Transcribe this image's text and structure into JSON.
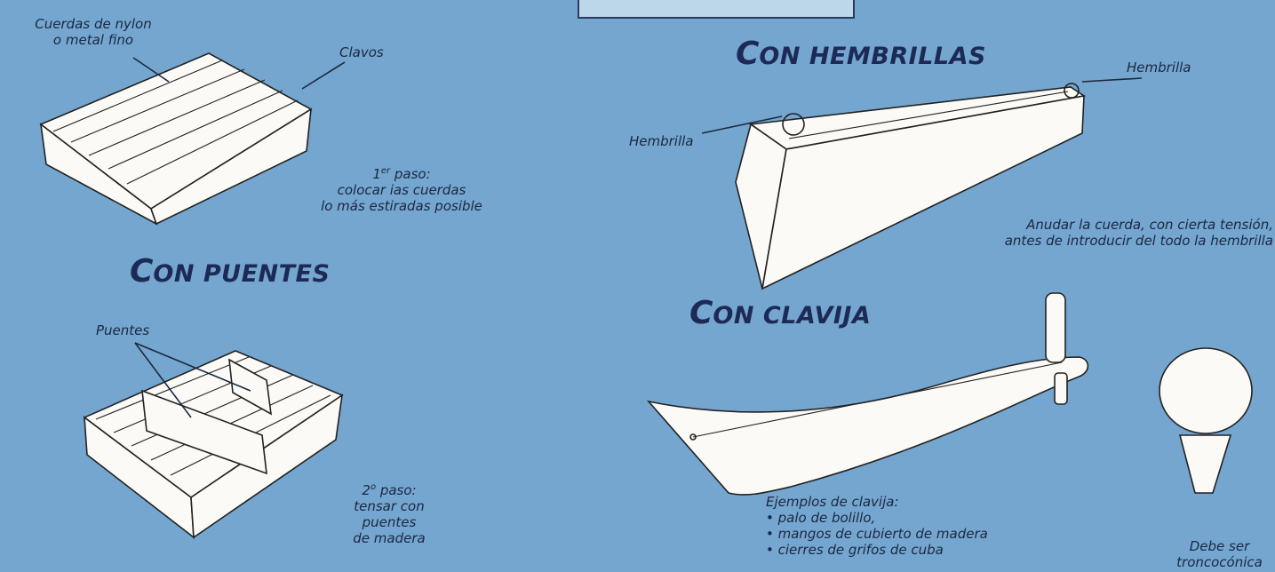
{
  "headings": {
    "hembrillas": {
      "prefix": "C",
      "rest": "ON HEMBRILLAS"
    },
    "puentes": {
      "prefix": "C",
      "rest": "ON PUENTES"
    },
    "clavija": {
      "prefix": "C",
      "rest": "ON CLAVIJA"
    }
  },
  "labels": {
    "cuerdas_line1": "Cuerdas de nylon",
    "cuerdas_line2": "o metal fino",
    "clavos": "Clavos",
    "paso1_sup": "er",
    "paso1_num": "1",
    "paso1_rest": " paso:",
    "paso1_line2": "colocar ias cuerdas",
    "paso1_line3": "lo más estiradas posible",
    "puentes": "Puentes",
    "paso2_num": "2",
    "paso2_sup": "o",
    "paso2_rest": " paso:",
    "paso2_line2": "tensar con puentes",
    "paso2_line3": "de madera",
    "hembrilla_right": "Hembrilla",
    "hembrilla_left": "Hembrilla",
    "anudar_line1": "Anudar la cuerda, con cierta tensión,",
    "anudar_line2": "antes de introducir del todo la hembrilla",
    "clavija_title": "Ejemplos de clavija:",
    "clavija_items": [
      "palo de bolillo,",
      "mangos de cubierto de madera",
      "cierres de grifos de cuba"
    ],
    "debe_line1": "Debe ser",
    "debe_line2": "troncocónica"
  }
}
